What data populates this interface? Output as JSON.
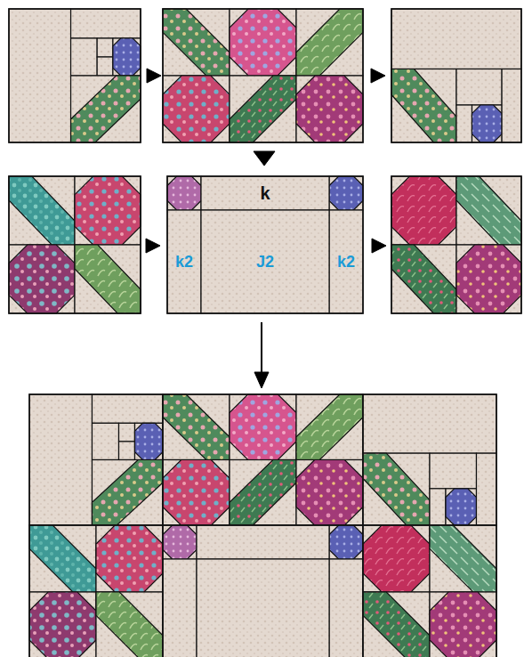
{
  "diagram": {
    "nodes": [
      {
        "text": [
          "k"
        ]
      },
      {
        "text": [
          "k2"
        ]
      },
      {
        "text": [
          "J2"
        ]
      },
      {
        "text": [
          "k2"
        ]
      }
    ]
  }
}
